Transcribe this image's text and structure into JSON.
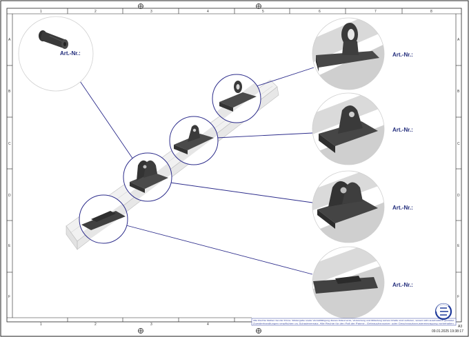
{
  "title_block": {
    "part_label": "Art.-Nr.:",
    "timestamp": "09.01.2025 19:38:17",
    "sheet_size": "A3",
    "disclaimer_1": "Alle Rechte bleiben bei der Firma. Weitergabe sowie Vervielfältigung dieses Dokuments, Verwertung und Mitteilung seines Inhalts sind verboten, soweit nicht ausdrücklich gestattet.",
    "disclaimer_2": "Zuwiderhandlungen verpflichten zu Schadenersatz. Alle Rechte für den Fall der Patent-, Gebrauchsmuster- oder Geschmacksmustereintragung vorbehalten."
  },
  "grid": {
    "columns": [
      "1",
      "2",
      "3",
      "4",
      "5",
      "6",
      "7",
      "8"
    ],
    "rows": [
      "A",
      "B",
      "C",
      "D",
      "E",
      "F"
    ]
  },
  "colors": {
    "leader": "#2a2a8a",
    "border": "#222222",
    "part": "#3b3b3b",
    "label": "#1f2a7a"
  }
}
